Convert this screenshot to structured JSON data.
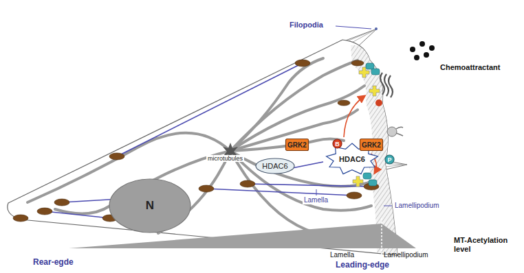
{
  "diagram": {
    "nodes": [
      {
        "text": [
          "N"
        ]
      },
      {
        "text": [
          "HDAC6"
        ]
      },
      {
        "text": [
          "GRK2"
        ]
      },
      {
        "text": [
          "HDAC6"
        ]
      },
      {
        "text": [
          "GRK2"
        ]
      },
      {
        "text": [
          "B"
        ]
      },
      {
        "text": [
          "P"
        ]
      }
    ],
    "labels": [
      "Filopodia",
      "Chemoattractant",
      "microtubules",
      "Lamella",
      "Lamellipodium",
      "MT-Acetylation level",
      "Lamella",
      "Lamellipodium",
      "Rear-egde",
      "Leading-edge"
    ]
  }
}
